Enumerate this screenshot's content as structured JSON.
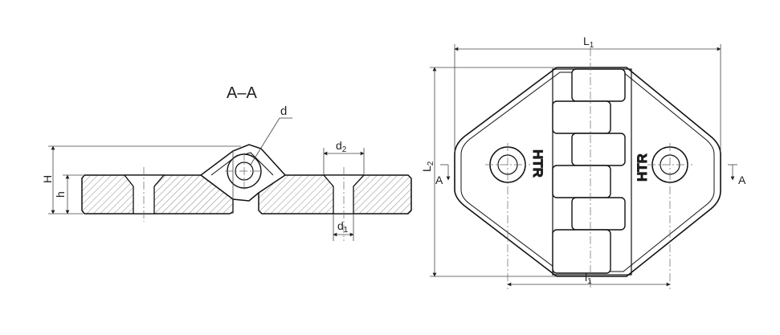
{
  "section_view": {
    "title": "A–A",
    "labels": {
      "d": "d",
      "d2": "d",
      "d2_sub": "2",
      "d1": "d",
      "d1_sub": "1",
      "H": "H",
      "h": "h"
    }
  },
  "plan_view": {
    "labels": {
      "L1": "L",
      "L1_sub": "1",
      "L2": "L",
      "L2_sub": "2",
      "l1": "l",
      "l1_sub": "1",
      "A_left": "A",
      "A_right": "A"
    },
    "logo_text": "HTR"
  },
  "colors": {
    "line": "#111111",
    "hatch": "#555555"
  }
}
